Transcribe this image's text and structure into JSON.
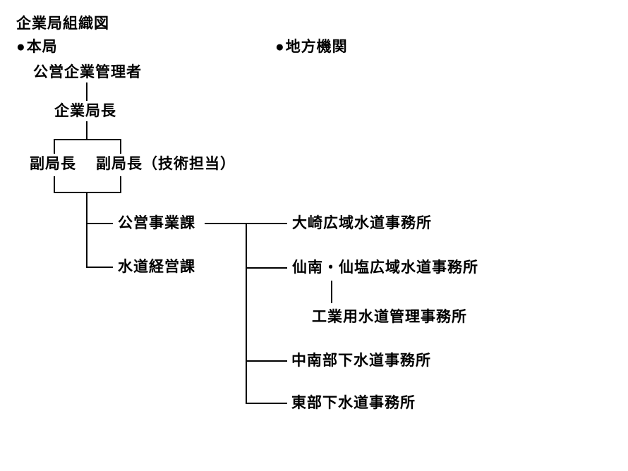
{
  "title": "企業局組織図",
  "line_color": "#000000",
  "background_color": "#ffffff",
  "sections": {
    "main_bureau": {
      "bullet": "●",
      "label": "本局"
    },
    "regional": {
      "bullet": "●",
      "label": "地方機関"
    }
  },
  "org": {
    "root": "公営企業管理者",
    "director": "企業局長",
    "deputy_left": "副局長",
    "deputy_right": "副局長（技術担当）",
    "divisions": [
      "公営事業課",
      "水道経営課"
    ],
    "regional_offices": [
      "大崎広域水道事務所",
      "仙南・仙塩広域水道事務所",
      "工業用水道管理事務所",
      "中南部下水道事務所",
      "東部下水道事務所"
    ]
  }
}
